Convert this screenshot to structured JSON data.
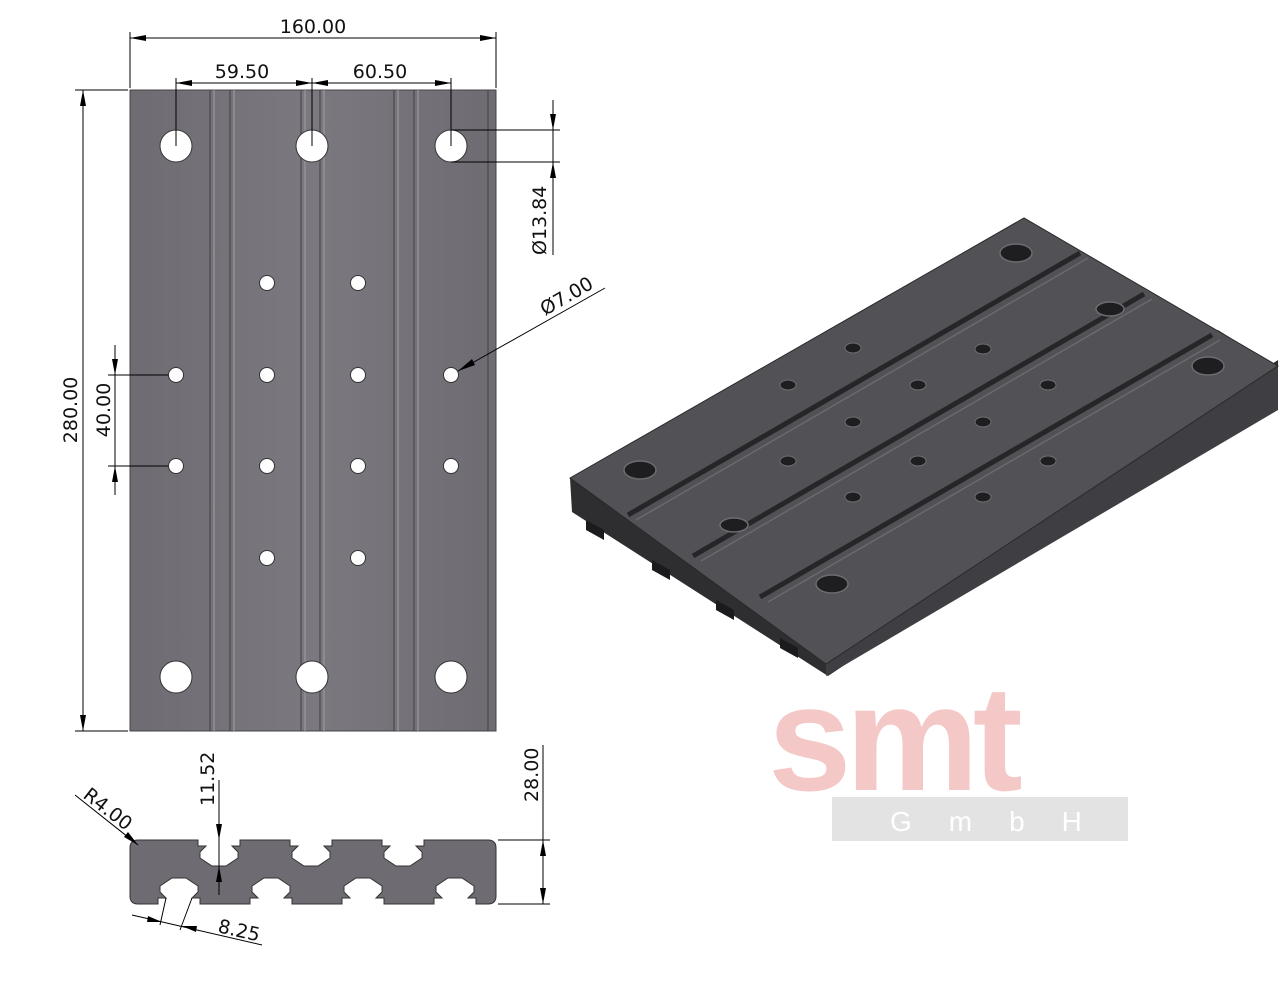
{
  "dimensions": {
    "overall_width": "160.00",
    "left_spacing": "59.50",
    "right_spacing": "60.50",
    "large_hole_diameter": "Ø13.84",
    "small_hole_diameter": "Ø7.00",
    "overall_length": "280.00",
    "hole_pitch": "40.00",
    "slot_depth": "11.52",
    "height": "28.00",
    "corner_radius": "R4.00",
    "slot_opening": "8.25"
  },
  "logo": {
    "name": "smt",
    "sub": "GmbH",
    "color": "#f2b6b6"
  },
  "colors": {
    "plate": "#7a767c",
    "plate_dark": "#3a3a3d",
    "iso_top": "#505054"
  }
}
